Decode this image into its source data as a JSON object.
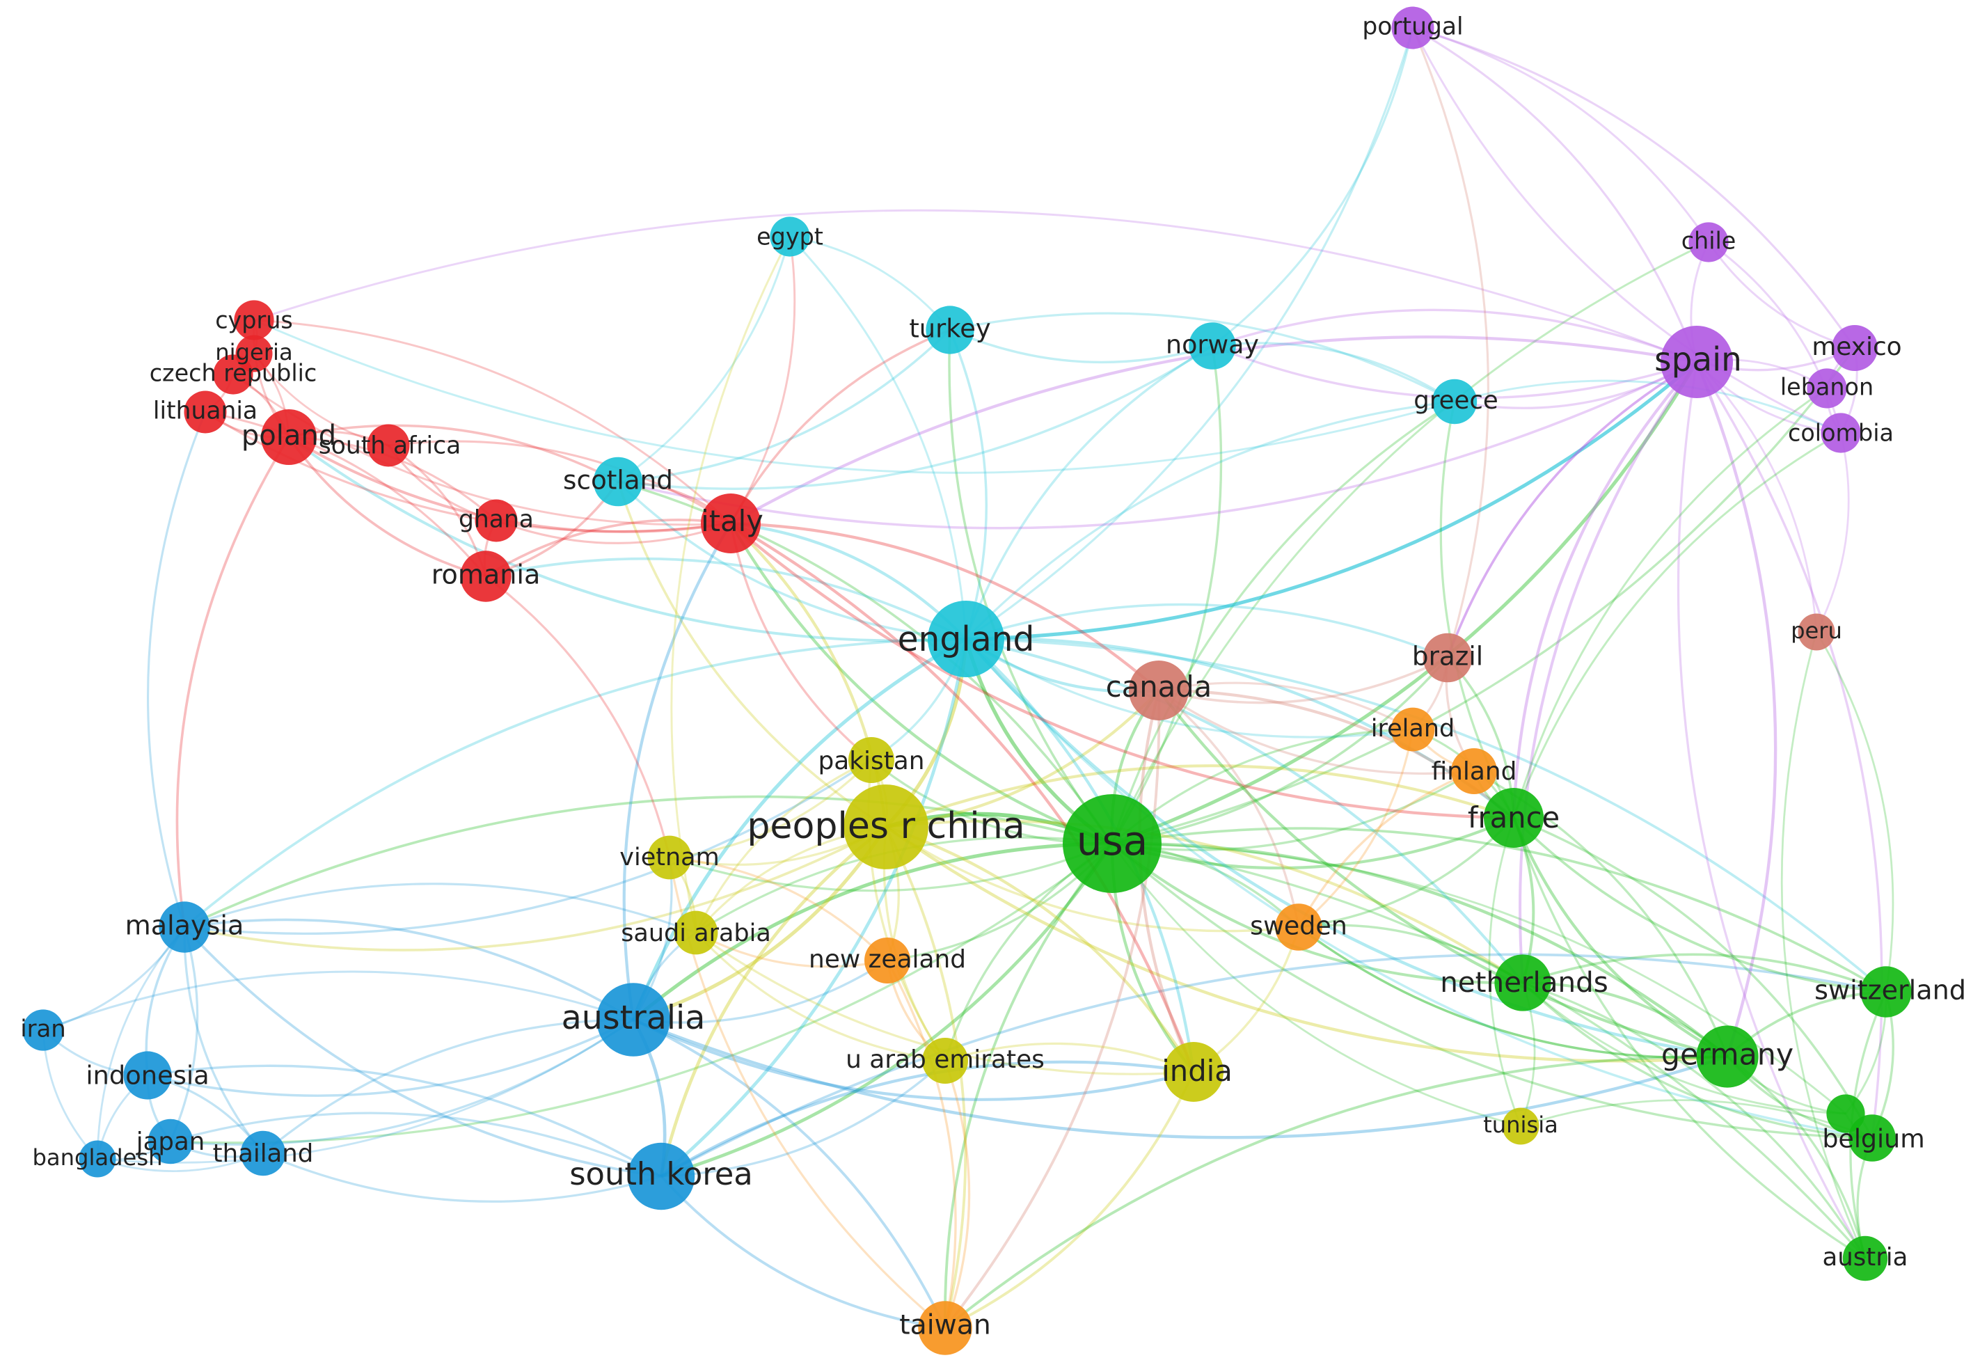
{
  "clusters": {
    "red": "#e8262a",
    "cyan": "#20c4d8",
    "purple": "#b25be3",
    "green": "#14b814",
    "yellow": "#c8c80a",
    "blue": "#1a96d8",
    "orange": "#f7941d",
    "brown": "#d27a6c"
  },
  "nodes": [
    {
      "id": "usa",
      "label": "usa",
      "cluster": "green",
      "weight": 100
    },
    {
      "id": "peoples-r-china",
      "label": "peoples r china",
      "cluster": "yellow",
      "weight": 70
    },
    {
      "id": "england",
      "label": "england",
      "cluster": "cyan",
      "weight": 55
    },
    {
      "id": "australia",
      "label": "australia",
      "cluster": "blue",
      "weight": 50
    },
    {
      "id": "spain",
      "label": "spain",
      "cluster": "purple",
      "weight": 48
    },
    {
      "id": "south-korea",
      "label": "south korea",
      "cluster": "blue",
      "weight": 40
    },
    {
      "id": "germany",
      "label": "germany",
      "cluster": "green",
      "weight": 33
    },
    {
      "id": "india",
      "label": "india",
      "cluster": "yellow",
      "weight": 30
    },
    {
      "id": "canada",
      "label": "canada",
      "cluster": "brown",
      "weight": 30
    },
    {
      "id": "france",
      "label": "france",
      "cluster": "green",
      "weight": 30
    },
    {
      "id": "italy",
      "label": "italy",
      "cluster": "red",
      "weight": 30
    },
    {
      "id": "netherlands",
      "label": "netherlands",
      "cluster": "green",
      "weight": 26
    },
    {
      "id": "poland",
      "label": "poland",
      "cluster": "red",
      "weight": 25
    },
    {
      "id": "taiwan",
      "label": "taiwan",
      "cluster": "orange",
      "weight": 23
    },
    {
      "id": "malaysia",
      "label": "malaysia",
      "cluster": "blue",
      "weight": 20
    },
    {
      "id": "romania",
      "label": "romania",
      "cluster": "red",
      "weight": 20
    },
    {
      "id": "switzerland",
      "label": "switzerland",
      "cluster": "green",
      "weight": 20
    },
    {
      "id": "scotland",
      "label": "scotland",
      "cluster": "cyan",
      "weight": 18
    },
    {
      "id": "brazil",
      "label": "brazil",
      "cluster": "brown",
      "weight": 18
    },
    {
      "id": "turkey",
      "label": "turkey",
      "cluster": "cyan",
      "weight": 17
    },
    {
      "id": "indonesia",
      "label": "indonesia",
      "cluster": "blue",
      "weight": 17
    },
    {
      "id": "norway",
      "label": "norway",
      "cluster": "cyan",
      "weight": 16
    },
    {
      "id": "sweden",
      "label": "sweden",
      "cluster": "orange",
      "weight": 16
    },
    {
      "id": "belgium",
      "label": "belgium",
      "cluster": "green",
      "weight": 16
    },
    {
      "id": "pakistan",
      "label": "pakistan",
      "cluster": "yellow",
      "weight": 15
    },
    {
      "id": "u-arab-emirates",
      "label": "u arab emirates",
      "cluster": "yellow",
      "weight": 15
    },
    {
      "id": "new-zealand",
      "label": "new zealand",
      "cluster": "orange",
      "weight": 15
    },
    {
      "id": "finland",
      "label": "finland",
      "cluster": "orange",
      "weight": 15
    },
    {
      "id": "mexico",
      "label": "mexico",
      "cluster": "purple",
      "weight": 15
    },
    {
      "id": "greece",
      "label": "greece",
      "cluster": "cyan",
      "weight": 14
    },
    {
      "id": "japan",
      "label": "japan",
      "cluster": "blue",
      "weight": 14
    },
    {
      "id": "thailand",
      "label": "thailand",
      "cluster": "blue",
      "weight": 14
    },
    {
      "id": "austria",
      "label": "austria",
      "cluster": "green",
      "weight": 14
    },
    {
      "id": "vietnam",
      "label": "vietnam",
      "cluster": "yellow",
      "weight": 13
    },
    {
      "id": "ireland",
      "label": "ireland",
      "cluster": "orange",
      "weight": 13
    },
    {
      "id": "saudi-arabia",
      "label": "saudi arabia",
      "cluster": "yellow",
      "weight": 13
    },
    {
      "id": "portugal",
      "label": "portugal",
      "cluster": "purple",
      "weight": 12
    },
    {
      "id": "south-africa",
      "label": "south africa",
      "cluster": "red",
      "weight": 12
    },
    {
      "id": "ghana",
      "label": "ghana",
      "cluster": "red",
      "weight": 12
    },
    {
      "id": "lithuania",
      "label": "lithuania",
      "cluster": "red",
      "weight": 12
    },
    {
      "id": "iran",
      "label": "iran",
      "cluster": "blue",
      "weight": 11
    },
    {
      "id": "colombia",
      "label": "colombia",
      "cluster": "purple",
      "weight": 10
    },
    {
      "id": "lebanon",
      "label": "lebanon",
      "cluster": "purple",
      "weight": 10
    },
    {
      "id": "egypt",
      "label": "egypt",
      "cluster": "cyan",
      "weight": 10
    },
    {
      "id": "chile",
      "label": "chile",
      "cluster": "purple",
      "weight": 10
    },
    {
      "id": "cyprus",
      "label": "cyprus",
      "cluster": "red",
      "weight": 10
    },
    {
      "id": "czech-republic",
      "label": "czech republic",
      "cluster": "red",
      "weight": 10
    },
    {
      "id": "nigeria",
      "label": "nigeria",
      "cluster": "red",
      "weight": 8
    },
    {
      "id": "peru",
      "label": "peru",
      "cluster": "brown",
      "weight": 8
    },
    {
      "id": "tunisia",
      "label": "tunisia",
      "cluster": "yellow",
      "weight": 8
    },
    {
      "id": "bangladesh",
      "label": "bangladesh",
      "cluster": "blue",
      "weight": 8
    },
    {
      "id": "denmark",
      "label": "",
      "cluster": "green",
      "weight": 9
    }
  ],
  "links": [
    [
      "usa",
      "peoples-r-china"
    ],
    [
      "usa",
      "england"
    ],
    [
      "usa",
      "france"
    ],
    [
      "usa",
      "germany"
    ],
    [
      "usa",
      "netherlands"
    ],
    [
      "usa",
      "switzerland"
    ],
    [
      "usa",
      "belgium"
    ],
    [
      "usa",
      "austria"
    ],
    [
      "usa",
      "india"
    ],
    [
      "usa",
      "canada"
    ],
    [
      "usa",
      "australia"
    ],
    [
      "usa",
      "south-korea"
    ],
    [
      "usa",
      "taiwan"
    ],
    [
      "usa",
      "sweden"
    ],
    [
      "usa",
      "spain"
    ],
    [
      "usa",
      "italy"
    ],
    [
      "usa",
      "brazil"
    ],
    [
      "usa",
      "ireland"
    ],
    [
      "usa",
      "finland"
    ],
    [
      "usa",
      "pakistan"
    ],
    [
      "usa",
      "u-arab-emirates"
    ],
    [
      "usa",
      "new-zealand"
    ],
    [
      "usa",
      "saudi-arabia"
    ],
    [
      "usa",
      "vietnam"
    ],
    [
      "usa",
      "malaysia"
    ],
    [
      "usa",
      "greece"
    ],
    [
      "usa",
      "norway"
    ],
    [
      "usa",
      "turkey"
    ],
    [
      "usa",
      "scotland"
    ],
    [
      "usa",
      "denmark"
    ],
    [
      "usa",
      "tunisia"
    ],
    [
      "usa",
      "japan"
    ],
    [
      "usa",
      "mexico"
    ],
    [
      "usa",
      "chile"
    ],
    [
      "peoples-r-china",
      "england"
    ],
    [
      "peoples-r-china",
      "australia"
    ],
    [
      "peoples-r-china",
      "south-korea"
    ],
    [
      "peoples-r-china",
      "india"
    ],
    [
      "peoples-r-china",
      "pakistan"
    ],
    [
      "peoples-r-china",
      "vietnam"
    ],
    [
      "peoples-r-china",
      "saudi-arabia"
    ],
    [
      "peoples-r-china",
      "new-zealand"
    ],
    [
      "peoples-r-china",
      "u-arab-emirates"
    ],
    [
      "peoples-r-china",
      "taiwan"
    ],
    [
      "peoples-r-china",
      "canada"
    ],
    [
      "peoples-r-china",
      "france"
    ],
    [
      "peoples-r-china",
      "italy"
    ],
    [
      "peoples-r-china",
      "malaysia"
    ],
    [
      "peoples-r-china",
      "germany"
    ],
    [
      "peoples-r-china",
      "netherlands"
    ],
    [
      "peoples-r-china",
      "sweden"
    ],
    [
      "peoples-r-china",
      "scotland"
    ],
    [
      "england",
      "australia"
    ],
    [
      "england",
      "south-korea"
    ],
    [
      "england",
      "italy"
    ],
    [
      "england",
      "scotland"
    ],
    [
      "england",
      "turkey"
    ],
    [
      "england",
      "norway"
    ],
    [
      "england",
      "egypt"
    ],
    [
      "england",
      "greece"
    ],
    [
      "england",
      "canada"
    ],
    [
      "england",
      "france"
    ],
    [
      "england",
      "germany"
    ],
    [
      "england",
      "netherlands"
    ],
    [
      "england",
      "spain"
    ],
    [
      "england",
      "india"
    ],
    [
      "england",
      "malaysia"
    ],
    [
      "england",
      "poland"
    ],
    [
      "england",
      "romania"
    ],
    [
      "england",
      "brazil"
    ],
    [
      "england",
      "ireland"
    ],
    [
      "england",
      "pakistan"
    ],
    [
      "england",
      "belgium"
    ],
    [
      "england",
      "switzerland"
    ],
    [
      "england",
      "portugal"
    ],
    [
      "australia",
      "south-korea"
    ],
    [
      "australia",
      "malaysia"
    ],
    [
      "australia",
      "indonesia"
    ],
    [
      "australia",
      "thailand"
    ],
    [
      "australia",
      "japan"
    ],
    [
      "australia",
      "iran"
    ],
    [
      "australia",
      "bangladesh"
    ],
    [
      "australia",
      "india"
    ],
    [
      "australia",
      "taiwan"
    ],
    [
      "australia",
      "new-zealand"
    ],
    [
      "australia",
      "saudi-arabia"
    ],
    [
      "australia",
      "vietnam"
    ],
    [
      "australia",
      "italy"
    ],
    [
      "australia",
      "germany"
    ],
    [
      "south-korea",
      "malaysia"
    ],
    [
      "south-korea",
      "indonesia"
    ],
    [
      "south-korea",
      "thailand"
    ],
    [
      "south-korea",
      "japan"
    ],
    [
      "south-korea",
      "india"
    ],
    [
      "south-korea",
      "taiwan"
    ],
    [
      "south-korea",
      "switzerland"
    ],
    [
      "spain",
      "portugal"
    ],
    [
      "spain",
      "chile"
    ],
    [
      "spain",
      "mexico"
    ],
    [
      "spain",
      "lebanon"
    ],
    [
      "spain",
      "colombia"
    ],
    [
      "spain",
      "greece"
    ],
    [
      "spain",
      "france"
    ],
    [
      "spain",
      "germany"
    ],
    [
      "spain",
      "italy"
    ],
    [
      "spain",
      "england"
    ],
    [
      "spain",
      "norway"
    ],
    [
      "spain",
      "peru"
    ],
    [
      "spain",
      "netherlands"
    ],
    [
      "spain",
      "belgium"
    ],
    [
      "spain",
      "austria"
    ],
    [
      "spain",
      "scotland"
    ],
    [
      "spain",
      "brazil"
    ],
    [
      "italy",
      "poland"
    ],
    [
      "italy",
      "romania"
    ],
    [
      "italy",
      "ghana"
    ],
    [
      "italy",
      "south-africa"
    ],
    [
      "italy",
      "lithuania"
    ],
    [
      "italy",
      "cyprus"
    ],
    [
      "italy",
      "czech-republic"
    ],
    [
      "italy",
      "scotland"
    ],
    [
      "italy",
      "canada"
    ],
    [
      "italy",
      "france"
    ],
    [
      "italy",
      "india"
    ],
    [
      "italy",
      "pakistan"
    ],
    [
      "poland",
      "lithuania"
    ],
    [
      "poland",
      "romania"
    ],
    [
      "poland",
      "south-africa"
    ],
    [
      "poland",
      "czech-republic"
    ],
    [
      "poland",
      "cyprus"
    ],
    [
      "poland",
      "nigeria"
    ],
    [
      "poland",
      "ghana"
    ],
    [
      "poland",
      "malaysia"
    ],
    [
      "romania",
      "ghana"
    ],
    [
      "romania",
      "south-africa"
    ],
    [
      "romania",
      "vietnam"
    ],
    [
      "lithuania",
      "czech-republic"
    ],
    [
      "lithuania",
      "romania"
    ],
    [
      "lithuania",
      "malaysia"
    ],
    [
      "cyprus",
      "nigeria"
    ],
    [
      "cyprus",
      "greece"
    ],
    [
      "cyprus",
      "spain"
    ],
    [
      "canada",
      "brazil"
    ],
    [
      "canada",
      "france"
    ],
    [
      "canada",
      "india"
    ],
    [
      "canada",
      "sweden"
    ],
    [
      "canada",
      "finland"
    ],
    [
      "canada",
      "ireland"
    ],
    [
      "canada",
      "germany"
    ],
    [
      "canada",
      "taiwan"
    ],
    [
      "france",
      "germany"
    ],
    [
      "france",
      "netherlands"
    ],
    [
      "france",
      "switzerland"
    ],
    [
      "france",
      "belgium"
    ],
    [
      "france",
      "austria"
    ],
    [
      "france",
      "finland"
    ],
    [
      "france",
      "ireland"
    ],
    [
      "france",
      "sweden"
    ],
    [
      "france",
      "tunisia"
    ],
    [
      "france",
      "lebanon"
    ],
    [
      "france",
      "brazil"
    ],
    [
      "france",
      "colombia"
    ],
    [
      "germany",
      "netherlands"
    ],
    [
      "germany",
      "switzerland"
    ],
    [
      "germany",
      "belgium"
    ],
    [
      "germany",
      "austria"
    ],
    [
      "germany",
      "denmark"
    ],
    [
      "germany",
      "sweden"
    ],
    [
      "germany",
      "finland"
    ],
    [
      "netherlands",
      "switzerland"
    ],
    [
      "netherlands",
      "belgium"
    ],
    [
      "netherlands",
      "austria"
    ],
    [
      "netherlands",
      "denmark"
    ],
    [
      "switzerland",
      "belgium"
    ],
    [
      "switzerland",
      "austria"
    ],
    [
      "switzerland",
      "denmark"
    ],
    [
      "belgium",
      "austria"
    ],
    [
      "belgium",
      "denmark"
    ],
    [
      "india",
      "u-arab-emirates"
    ],
    [
      "india",
      "saudi-arabia"
    ],
    [
      "india",
      "sweden"
    ],
    [
      "india",
      "taiwan"
    ],
    [
      "pakistan",
      "saudi-arabia"
    ],
    [
      "pakistan",
      "vietnam"
    ],
    [
      "pakistan",
      "u-arab-emirates"
    ],
    [
      "pakistan",
      "malaysia"
    ],
    [
      "taiwan",
      "new-zealand"
    ],
    [
      "taiwan",
      "vietnam"
    ],
    [
      "taiwan",
      "u-arab-emirates"
    ],
    [
      "taiwan",
      "germany"
    ],
    [
      "malaysia",
      "indonesia"
    ],
    [
      "malaysia",
      "iran"
    ],
    [
      "malaysia",
      "thailand"
    ],
    [
      "malaysia",
      "japan"
    ],
    [
      "malaysia",
      "bangladesh"
    ],
    [
      "malaysia",
      "saudi-arabia"
    ],
    [
      "indonesia",
      "japan"
    ],
    [
      "indonesia",
      "thailand"
    ],
    [
      "indonesia",
      "bangladesh"
    ],
    [
      "indonesia",
      "iran"
    ],
    [
      "japan",
      "thailand"
    ],
    [
      "japan",
      "bangladesh"
    ],
    [
      "turkey",
      "norway"
    ],
    [
      "turkey",
      "greece"
    ],
    [
      "turkey",
      "egypt"
    ],
    [
      "turkey",
      "scotland"
    ],
    [
      "turkey",
      "italy"
    ],
    [
      "norway",
      "greece"
    ],
    [
      "norway",
      "portugal"
    ],
    [
      "norway",
      "scotland"
    ],
    [
      "norway",
      "spain"
    ],
    [
      "egypt",
      "scotland"
    ],
    [
      "egypt",
      "saudi-arabia"
    ],
    [
      "egypt",
      "italy"
    ],
    [
      "scotland",
      "poland"
    ],
    [
      "scotland",
      "romania"
    ],
    [
      "brazil",
      "portugal"
    ],
    [
      "brazil",
      "ireland"
    ],
    [
      "brazil",
      "finland"
    ],
    [
      "brazil",
      "spain"
    ],
    [
      "ireland",
      "finland"
    ],
    [
      "ireland",
      "sweden"
    ],
    [
      "finland",
      "sweden"
    ],
    [
      "sweden",
      "netherlands"
    ],
    [
      "sweden",
      "germany"
    ],
    [
      "portugal",
      "chile"
    ],
    [
      "portugal",
      "colombia"
    ],
    [
      "portugal",
      "mexico"
    ],
    [
      "chile",
      "mexico"
    ],
    [
      "chile",
      "colombia"
    ],
    [
      "mexico",
      "lebanon"
    ],
    [
      "mexico",
      "colombia"
    ],
    [
      "lebanon",
      "colombia"
    ],
    [
      "colombia",
      "peru"
    ],
    [
      "peru",
      "austria"
    ],
    [
      "peru",
      "switzerland"
    ],
    [
      "tunisia",
      "netherlands"
    ],
    [
      "tunisia",
      "belgium"
    ],
    [
      "new-zealand",
      "vietnam"
    ],
    [
      "new-zealand",
      "saudi-arabia"
    ],
    [
      "new-zealand",
      "u-arab-emirates"
    ],
    [
      "vietnam",
      "saudi-arabia"
    ],
    [
      "saudi-arabia",
      "u-arab-emirates"
    ],
    [
      "u-arab-emirates",
      "south-korea"
    ],
    [
      "iran",
      "bangladesh"
    ],
    [
      "thailand",
      "bangladesh"
    ],
    [
      "south-africa",
      "ghana"
    ],
    [
      "nigeria",
      "czech-republic"
    ],
    [
      "nigeria",
      "south-africa"
    ],
    [
      "greece",
      "colombia"
    ],
    [
      "greece",
      "france"
    ]
  ]
}
